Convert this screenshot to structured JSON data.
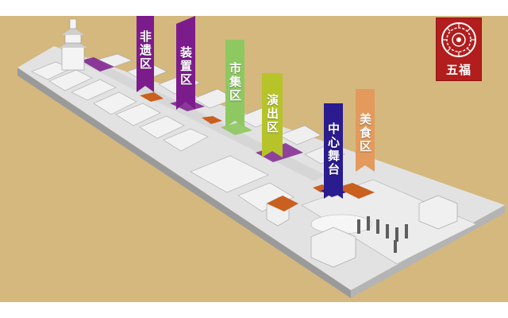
{
  "zones": [
    {
      "id": "feiyi",
      "label": "非遗区",
      "color": "#7c1c8c"
    },
    {
      "id": "zhuangzhi",
      "label": "装置区",
      "color": "#7c1c8c"
    },
    {
      "id": "shiji",
      "label": "市集区",
      "color": "#8ec861"
    },
    {
      "id": "yanchu",
      "label": "演出区",
      "color": "#b7c429"
    },
    {
      "id": "zhongxin",
      "label": "中心舞台",
      "color": "#2a1b8f"
    },
    {
      "id": "meishi",
      "label": "美食区",
      "color": "#e39a5c"
    }
  ],
  "logo": {
    "text": "五福",
    "color": "#b21d1d"
  },
  "colors": {
    "background": "#d4b87e",
    "ground": "#e6e6e6",
    "street_accent": "#c9601f"
  }
}
